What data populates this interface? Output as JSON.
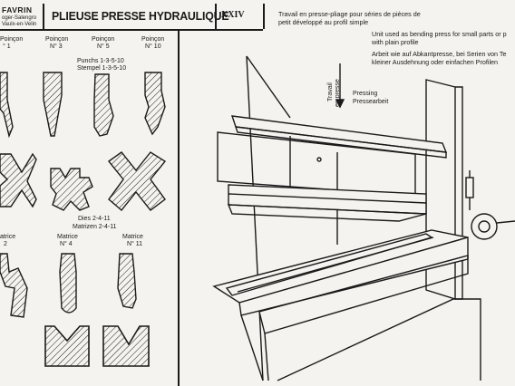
{
  "header": {
    "brand": "FAVRIN",
    "brand_line2": "oger-Salengro",
    "brand_line3": "Vaulx-en-Velin",
    "title": "PLIEUSE PRESSE HYDRAULIQUE",
    "chapter": "XXIV"
  },
  "punches": {
    "labels": [
      {
        "name": "Poinçon",
        "num": "° 1"
      },
      {
        "name": "Poinçon",
        "num": "N° 3"
      },
      {
        "name": "Poinçon",
        "num": "N° 5"
      },
      {
        "name": "Poinçon",
        "num": "N° 10"
      }
    ],
    "caption_en": "Punchs 1-3-5-10",
    "caption_de": "Stempel 1-3-5-10"
  },
  "dies": {
    "caption_en": "Dies 2-4-11",
    "caption_de": "Matrizen 2-4-11",
    "labels": [
      {
        "name": "atrice",
        "num": "2"
      },
      {
        "name": "Matrice",
        "num": "N° 4"
      },
      {
        "name": "Matrice",
        "num": "N° 11"
      }
    ]
  },
  "description": {
    "fr_line1": "Travail en presse-pliage pour séries de pièces de",
    "fr_line2": "petit développé au profil simple",
    "en_line1": "Unit used as bending press for small parts or p",
    "en_line2": "with plain profile",
    "de_line1": "Arbeit wie auf Abkantpresse, bei Serien von Te",
    "de_line2": "kleiner Ausdehnung oder einfachen Profilen"
  },
  "drawing": {
    "arrow_label_fr_1": "Travail",
    "arrow_label_fr_2": "en presse",
    "pressing_en": "Pressing",
    "pressing_de": "Pressearbeit"
  }
}
